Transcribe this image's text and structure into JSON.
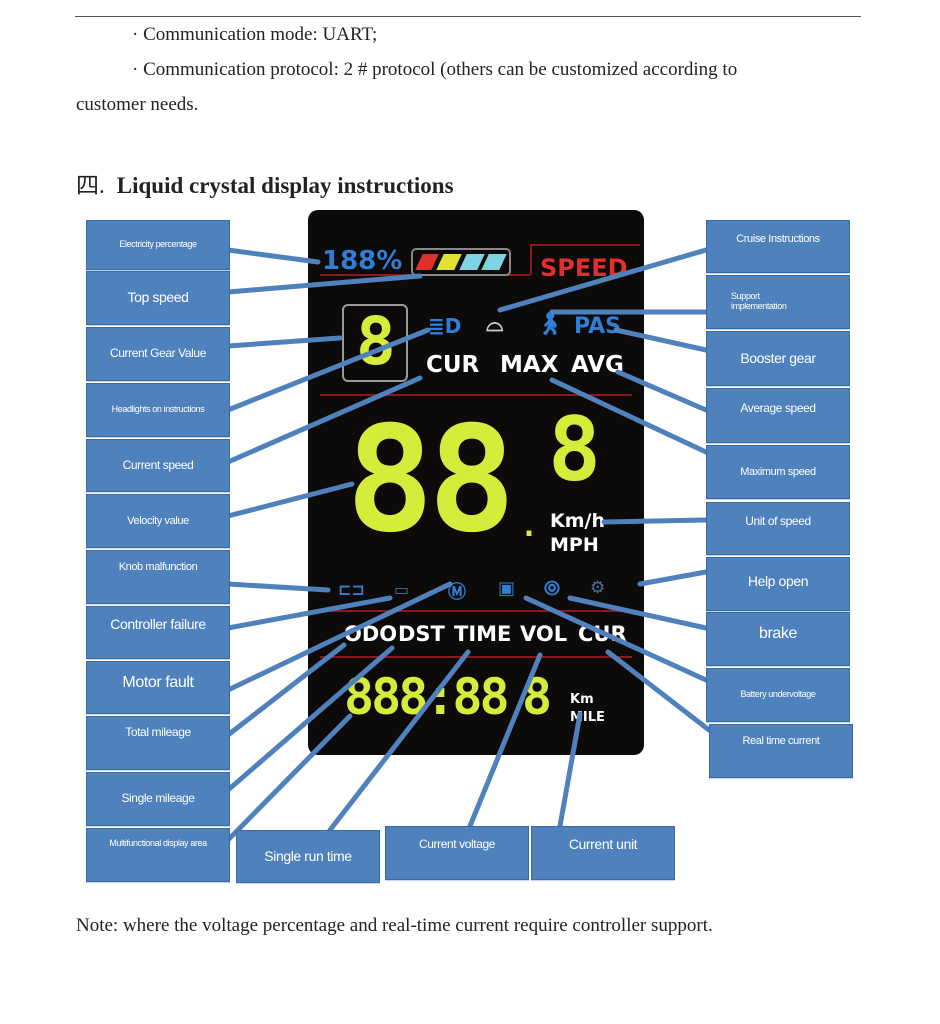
{
  "intro": {
    "line1": "· Communication mode: UART;",
    "line2": "· Communication protocol: 2 # protocol (others can be customized according to",
    "line3": "customer needs."
  },
  "section": {
    "number": "四.",
    "title": "Liquid crystal display instructions"
  },
  "lcd": {
    "battery_percent": "188%",
    "speed_label": "SPEED",
    "gear_digit": "8",
    "pas": "PAS",
    "cur": "CUR",
    "max": "MAX",
    "avg": "AVG",
    "speed_digits": "88",
    "speed_decimal": "8",
    "unit_kmh": "Km/h",
    "unit_mph": "MPH",
    "modes": [
      "ODO",
      "DST",
      "TIME",
      "VOL",
      "CUR"
    ],
    "multi_digits": "888:88",
    "multi_last": "8",
    "unit_km": "Km",
    "unit_mile": "MILE",
    "colors": {
      "digits": "#d6ec3a",
      "blue": "#2f7fd6",
      "red": "#e0302e",
      "box": "#4f81bd"
    }
  },
  "labels_left": [
    "Electricity percentage",
    "Top speed",
    "Current Gear Value",
    "Headlights on instructions",
    "Current speed",
    "Velocity value",
    "Knob malfunction",
    "Controller failure",
    "Motor fault",
    "Total mileage",
    "Single mileage",
    "Multifunctional display area"
  ],
  "labels_right": [
    "Cruise Instructions",
    "Support implementation",
    "Booster gear",
    "Average speed",
    "Maximum speed",
    "Unit of speed",
    "Help open",
    "brake",
    "Battery undervoltage",
    "Real time current"
  ],
  "labels_bottom": [
    "Single run time",
    "Current voltage",
    "Current unit"
  ],
  "note": "Note: where the voltage percentage and real-time current require controller support."
}
